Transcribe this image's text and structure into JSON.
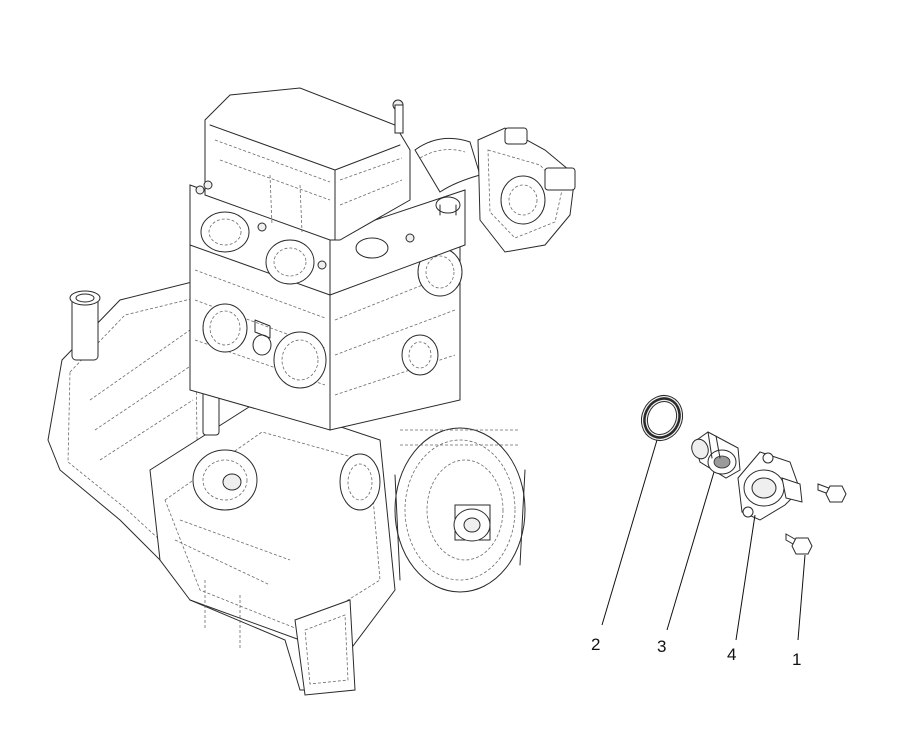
{
  "callouts": [
    {
      "id": "bolt-lower",
      "label": "1"
    },
    {
      "id": "o-ring",
      "label": "2"
    },
    {
      "id": "thermostat",
      "label": "3"
    },
    {
      "id": "thermostat-housing",
      "label": "4"
    }
  ],
  "colors": {
    "line": "#2a2a2a",
    "hidden_line": "#6a6a6a",
    "background": "#ffffff"
  }
}
